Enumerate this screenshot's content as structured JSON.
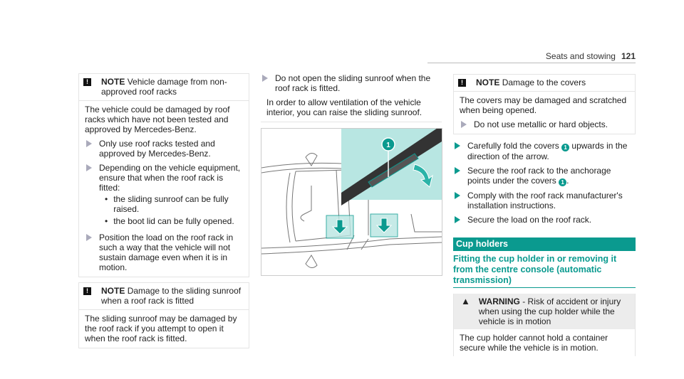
{
  "header": {
    "section": "Seats and stowing",
    "page": "121"
  },
  "col1": {
    "note1": {
      "label": "NOTE",
      "title": "Vehicle damage from non-approved roof racks",
      "body": "The vehicle could be damaged by roof racks which have not been tested and approved by Mercedes-Benz.",
      "steps": [
        "Only use roof racks tested and approved by Mercedes-Benz.",
        "Depending on the vehicle equipment, ensure that when the roof rack is fitted:",
        "Position the load on the roof rack in such a way that the vehicle will not sustain damage even when it is in motion."
      ],
      "subitems": [
        "the sliding sunroof can be fully raised.",
        "the boot lid can be fully opened."
      ]
    },
    "note2": {
      "label": "NOTE",
      "title": "Damage to the sliding sunroof when a roof rack is fitted",
      "body": "The sliding sunroof may be damaged by the roof rack if you attempt to open it when the roof rack is fitted."
    }
  },
  "col2": {
    "step": "Do not open the sliding sunroof when the roof rack is fitted.",
    "body": "In order to allow ventilation of the vehicle interior, you can raise the sliding sunroof.",
    "callout": "1"
  },
  "col3": {
    "note": {
      "label": "NOTE",
      "title": "Damage to the covers",
      "body": "The covers may be damaged and scratched when being opened.",
      "step": "Do not use metallic or hard objects."
    },
    "steps": [
      {
        "a": "Carefully fold the covers ",
        "ref": "1",
        "b": " upwards in the direction of the arrow."
      },
      {
        "a": "Secure the roof rack to the anchorage points under the covers ",
        "ref": "1",
        "b": "."
      },
      {
        "a": "Comply with the roof rack manufacturer's installation instructions.",
        "ref": null,
        "b": ""
      },
      {
        "a": "Secure the load on the roof rack.",
        "ref": null,
        "b": ""
      }
    ],
    "section": "Cup holders",
    "subheading": "Fitting the cup holder in or removing it from the centre console (automatic transmission)",
    "warning": {
      "label": "WARNING",
      "title": " - Risk of accident or injury when using the cup holder while the vehicle is in motion",
      "body": "The cup holder cannot hold a container secure while the vehicle is in motion."
    }
  },
  "colors": {
    "accent": "#0a9a8f"
  }
}
